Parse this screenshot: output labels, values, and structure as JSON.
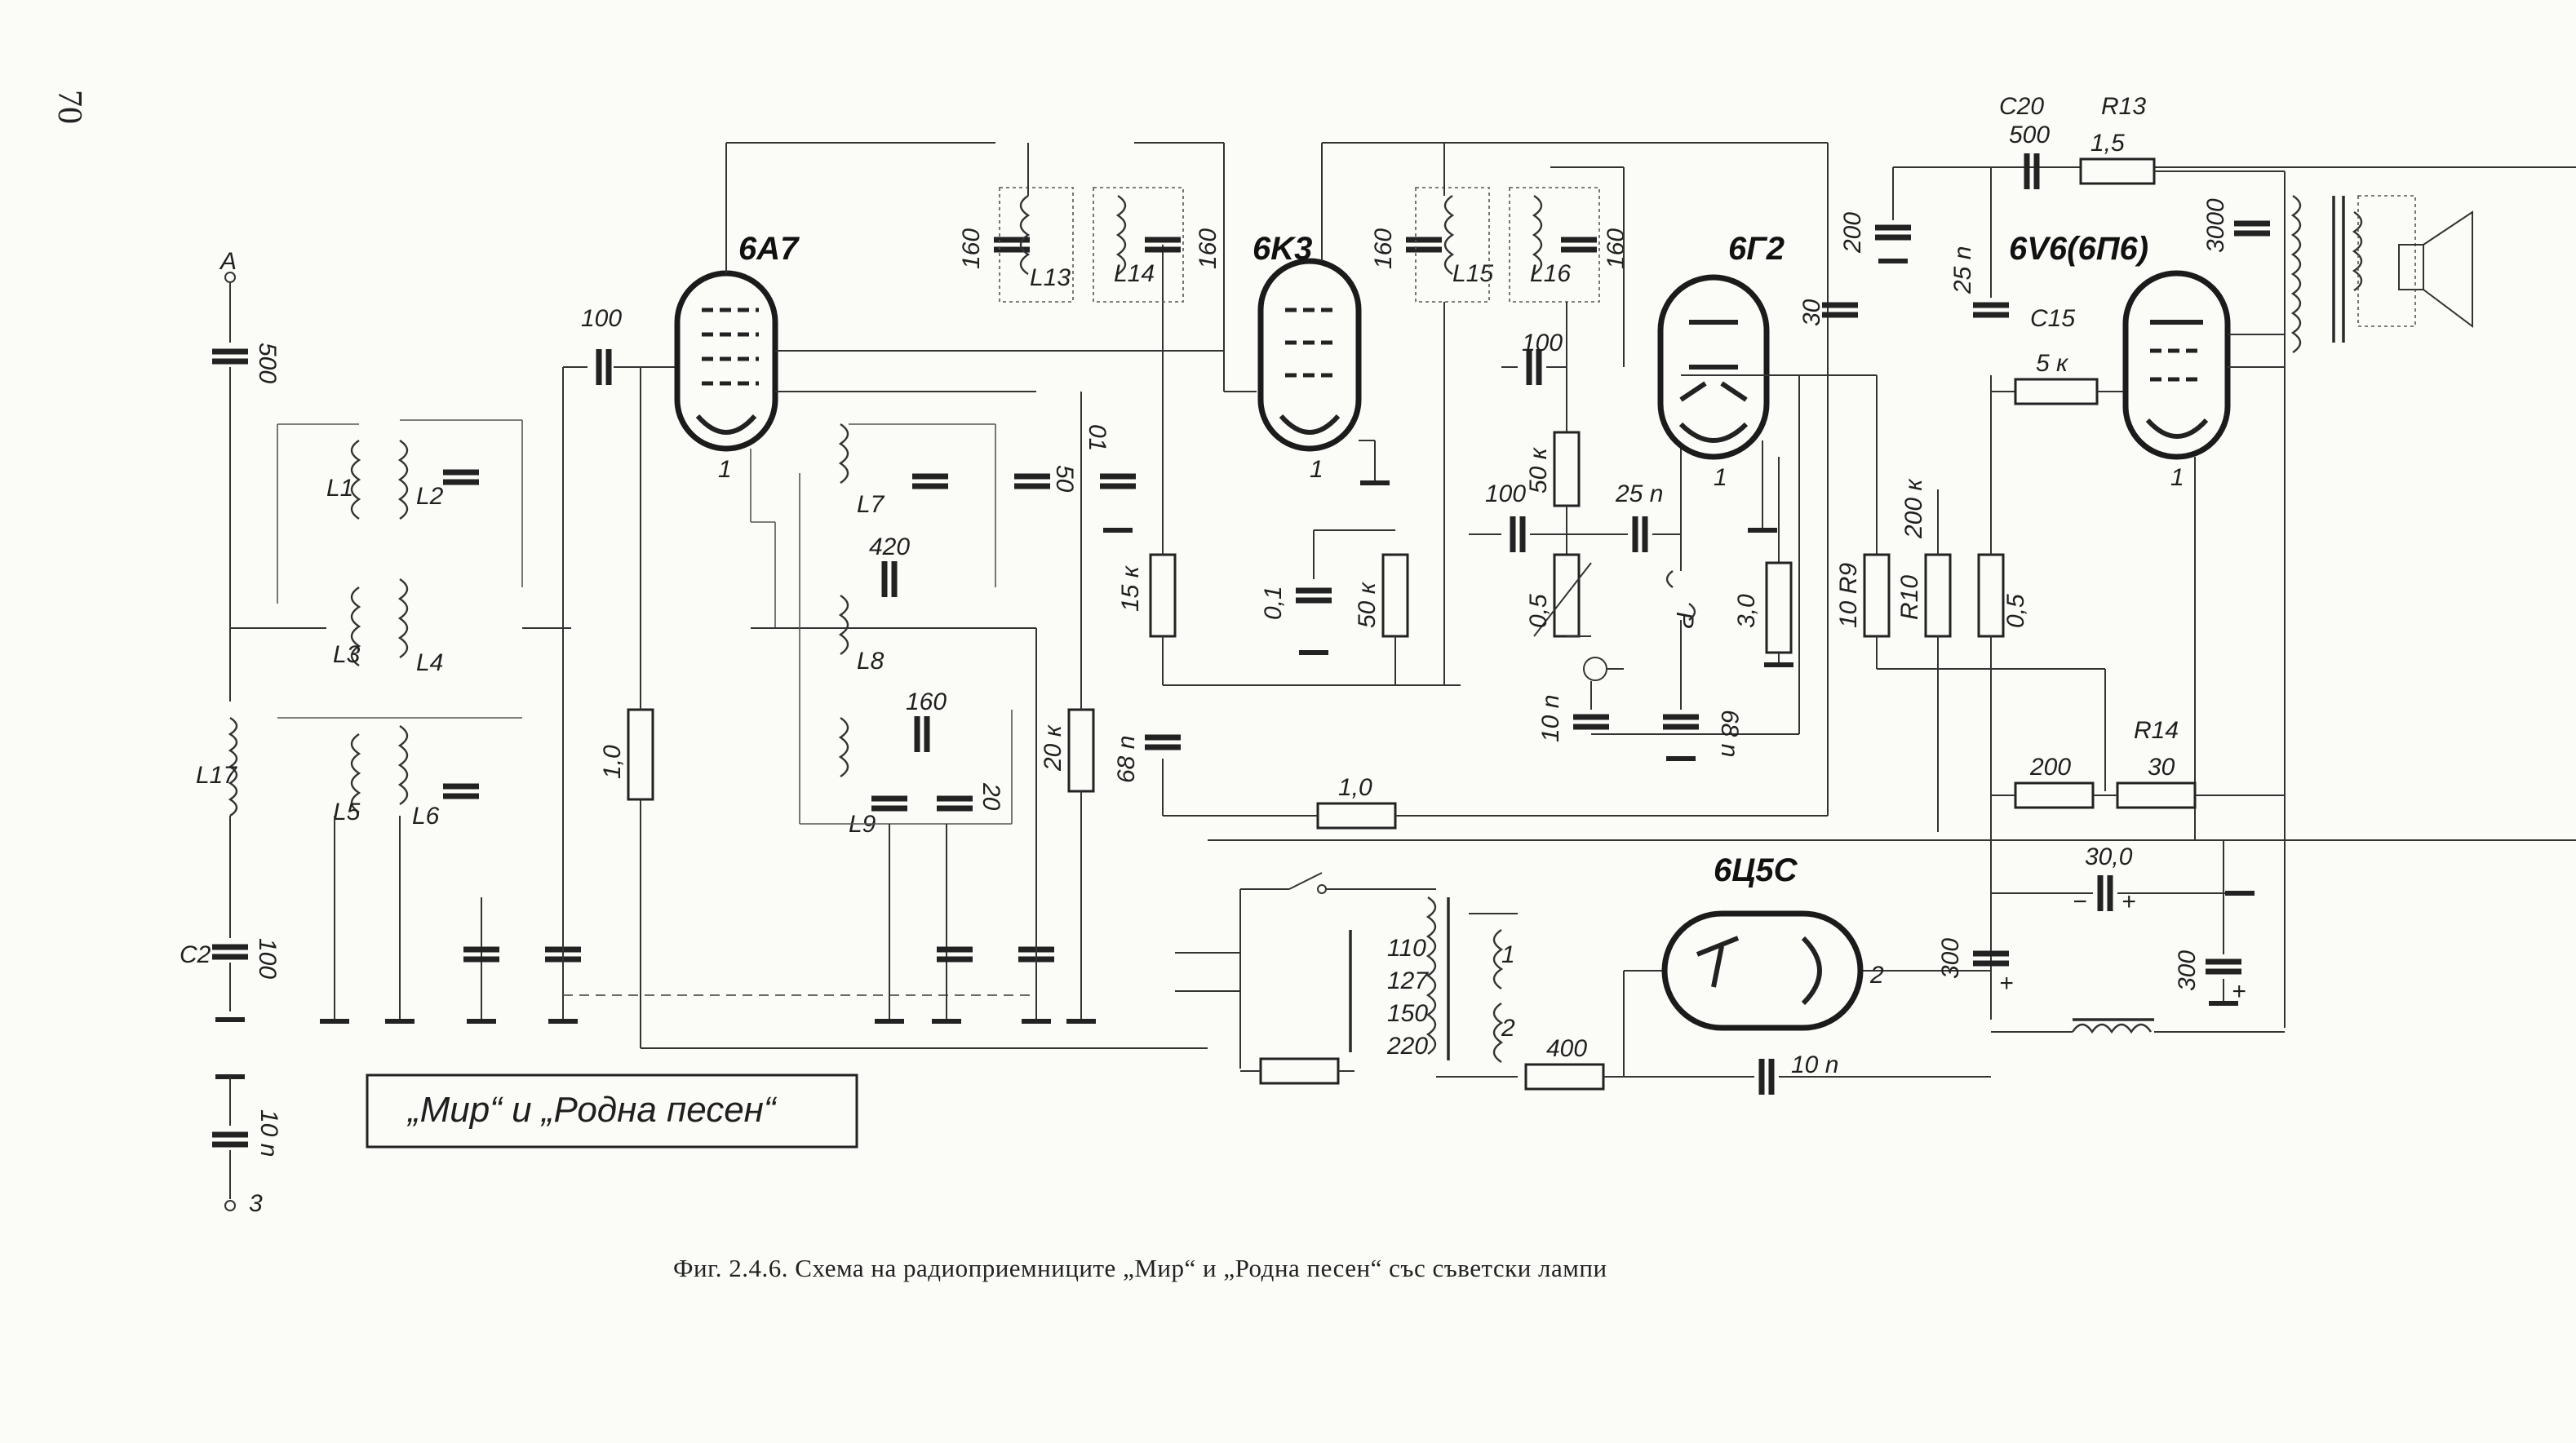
{
  "page": {
    "number": "70"
  },
  "caption": "Фиг. 2.4.6. Схема на радиоприемниците „Мир“ и „Родна песен“ със съветски лампи",
  "title_box": "„Мир“ и „Родна песен“",
  "tubes": {
    "t1": "6A7",
    "t2": "6K3",
    "t3": "6Г2",
    "t4": "6V6(6П6)",
    "t5": "6Ц5С"
  },
  "terminals": {
    "antenna": "A",
    "ground": "3"
  },
  "labels": {
    "c500": "500",
    "c100a": "100",
    "c2": "C2",
    "c10n": "10 n",
    "l1": "L1",
    "l2": "L2",
    "l3": "L3",
    "l4": "L4",
    "l5": "L5",
    "l6": "L6",
    "l17": "L17",
    "c100_grid": "100",
    "r10": "1,0",
    "l7": "L7",
    "l8": "L8",
    "l9": "L9",
    "c420": "420",
    "c160a": "160",
    "n20": "20",
    "c50": "50",
    "c01": "01",
    "r20k": "20 к",
    "c68n": "68 n",
    "r15k": "15 к",
    "c160_l13": "160",
    "c160_l14": "160",
    "l13": "L13",
    "l14": "L14",
    "c160_l15": "160",
    "c160_l16": "160",
    "l15": "L15",
    "l16": "L16",
    "c01b": "0,1",
    "r50ka": "50 к",
    "c100b": "100",
    "r50kb": "50 к",
    "c100c": "100",
    "c25n": "25 n",
    "r05a": "0,5",
    "p": "P",
    "r30": "3,0",
    "c10nb": "10 n",
    "c68nb": "68 n",
    "c200": "200",
    "c30": "30",
    "c25nb": "25 n",
    "c15": "C15",
    "r5k": "5 к",
    "c20": "C20",
    "c500b": "500",
    "r13": "R13",
    "r15": "1,5",
    "c3000": "3000",
    "r10r9": "10 R9",
    "r200k": "200 к",
    "r10b": "R10",
    "r05b": "0,5",
    "r14": "R14",
    "r200": "200",
    "r30b": "30",
    "r1_0": "1,0",
    "c300a": "300",
    "c300b": "300",
    "c30_0": "30,0",
    "v110": "110",
    "v127": "127",
    "v150": "150",
    "v220": "220",
    "w1": "1",
    "w2": "2",
    "r400": "400",
    "c10nc": "10 n",
    "d2": "2",
    "k1": "1",
    "k2": "1",
    "k3": "1",
    "k4": "1"
  }
}
